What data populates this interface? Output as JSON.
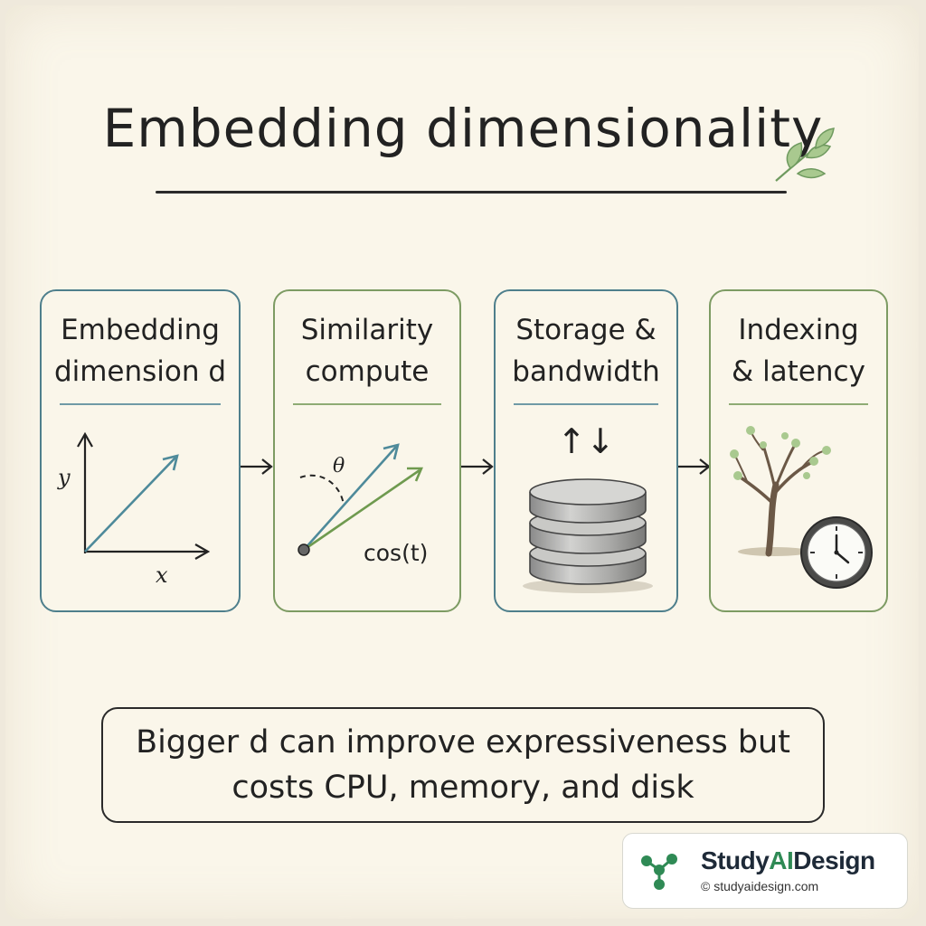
{
  "title": "Embedding dimensionality",
  "steps": [
    {
      "line1": "Embedding",
      "line2": "dimension d",
      "axis_y": "y",
      "axis_x": "x"
    },
    {
      "line1": "Similarity",
      "line2": "compute",
      "angle_label": "θ",
      "formula": "cos(t)"
    },
    {
      "line1": "Storage &",
      "line2": "bandwidth",
      "io_symbol": "↑↓"
    },
    {
      "line1": "Indexing",
      "line2": "& latency"
    }
  ],
  "note": {
    "line1": "Bigger d can improve expressiveness but",
    "line2": "costs CPU, memory, and disk"
  },
  "badge": {
    "brand_part1": "Study",
    "brand_part2": "AI",
    "brand_part3": "Design",
    "url": "© studyaidesign.com"
  },
  "colors": {
    "blue": "#4e7f8c",
    "green": "#7d9b63",
    "ink": "#222222",
    "paper": "#faf6ea",
    "brand_green": "#2f8a55"
  },
  "icons": [
    "leaf-icon",
    "vector-axes-icon",
    "cosine-angle-icon",
    "database-disk-stack-icon",
    "tree-icon",
    "clock-icon",
    "molecule-logo-icon"
  ]
}
